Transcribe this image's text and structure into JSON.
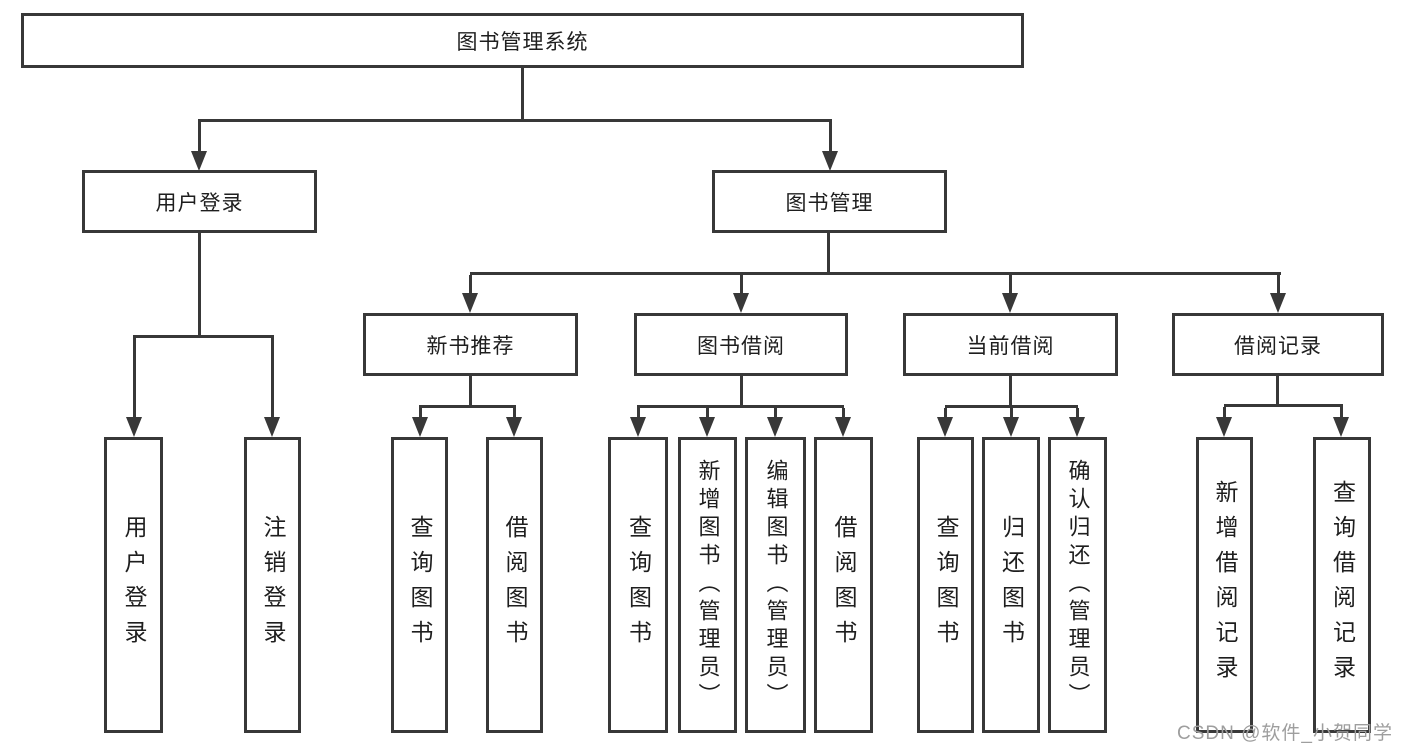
{
  "diagram": {
    "type": "hierarchy-tree",
    "colors": {
      "line": "#383838",
      "box_border": "#383838",
      "box_fill": "#ffffff",
      "text": "#1e1e1e",
      "watermark": "#9e9e9e"
    },
    "root": {
      "label": "图书管理系统"
    },
    "level2": [
      {
        "label": "用户登录"
      },
      {
        "label": "图书管理"
      }
    ],
    "level3": [
      {
        "label": "新书推荐"
      },
      {
        "label": "图书借阅"
      },
      {
        "label": "当前借阅"
      },
      {
        "label": "借阅记录"
      }
    ],
    "level4": {
      "user_login": [
        "用户登录",
        "注销登录"
      ],
      "new_book_recommend": [
        "查询图书",
        "借阅图书"
      ],
      "book_borrow": [
        "查询图书",
        "新增图书（管理员）",
        "编辑图书（管理员）",
        "借阅图书"
      ],
      "current_borrow": [
        "查询图书",
        "归还图书",
        "确认归还（管理员）"
      ],
      "borrow_record": [
        "新增借阅记录",
        "查询借阅记录"
      ]
    },
    "watermark": "CSDN @软件_小贺同学"
  }
}
